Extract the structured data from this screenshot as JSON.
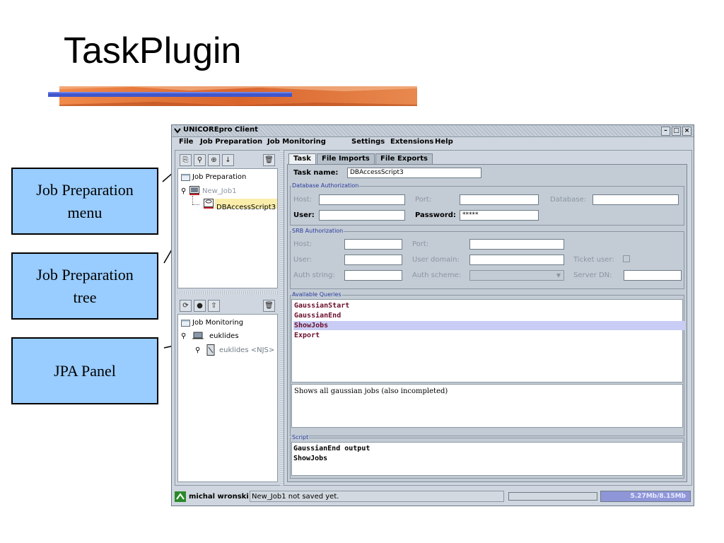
{
  "slide": {
    "title": "TaskPlugin",
    "colors": {
      "callout_bg": "#99ccff",
      "accent_blue": "#3b4dd1",
      "accent_orange": "#e6763a"
    }
  },
  "callouts": [
    {
      "line1": "Job Preparation",
      "line2": "menu"
    },
    {
      "line1": "Job Preparation",
      "line2": "tree"
    },
    {
      "line1": "JPA Panel",
      "line2": ""
    }
  ],
  "window": {
    "title": "UNICOREpro Client",
    "controls": [
      "minimize-icon",
      "maximize-icon",
      "close-icon"
    ],
    "menu": [
      "File",
      "Job Preparation",
      "Job Monitoring",
      "Settings",
      "Extensions",
      "Help"
    ]
  },
  "left": {
    "prep_tree": {
      "root": "Job Preparation",
      "job": "New_Job1",
      "task": "DBAccessScript3"
    },
    "monitor_tree": {
      "root": "Job Monitoring",
      "site": "euklides",
      "vsite": "euklides <NJS>"
    }
  },
  "tabs": [
    "Task",
    "File Imports",
    "File Exports"
  ],
  "task": {
    "name_label": "Task name:",
    "name_value": "DBAccessScript3",
    "db": {
      "group_title": "Database Authorization",
      "host_label": "Host:",
      "port_label": "Port:",
      "database_label": "Database:",
      "user_label": "User:",
      "password_label": "Password:",
      "password_value": "*****"
    },
    "srb": {
      "group_title": "SRB Authorization",
      "host_label": "Host:",
      "port_label": "Port:",
      "user_label": "User:",
      "user_domain_label": "User domain:",
      "ticket_user_label": "Ticket user:",
      "auth_string_label": "Auth string:",
      "auth_scheme_label": "Auth scheme:",
      "server_dn_label": "Server DN:"
    },
    "queries": {
      "group_title": "Available Queries",
      "items": [
        "GaussianStart",
        "GaussianEnd",
        "ShowJobs",
        "Export"
      ],
      "selected": "ShowJobs",
      "description": "Shows all gaussian jobs (also incompleted)"
    },
    "script": {
      "group_title": "Script",
      "line1": "GaussianEnd output",
      "line2": "ShowJobs"
    }
  },
  "status": {
    "user": "michal wronski",
    "message": "New_Job1 not saved yet.",
    "memory": "5.27Mb/8.15Mb"
  }
}
